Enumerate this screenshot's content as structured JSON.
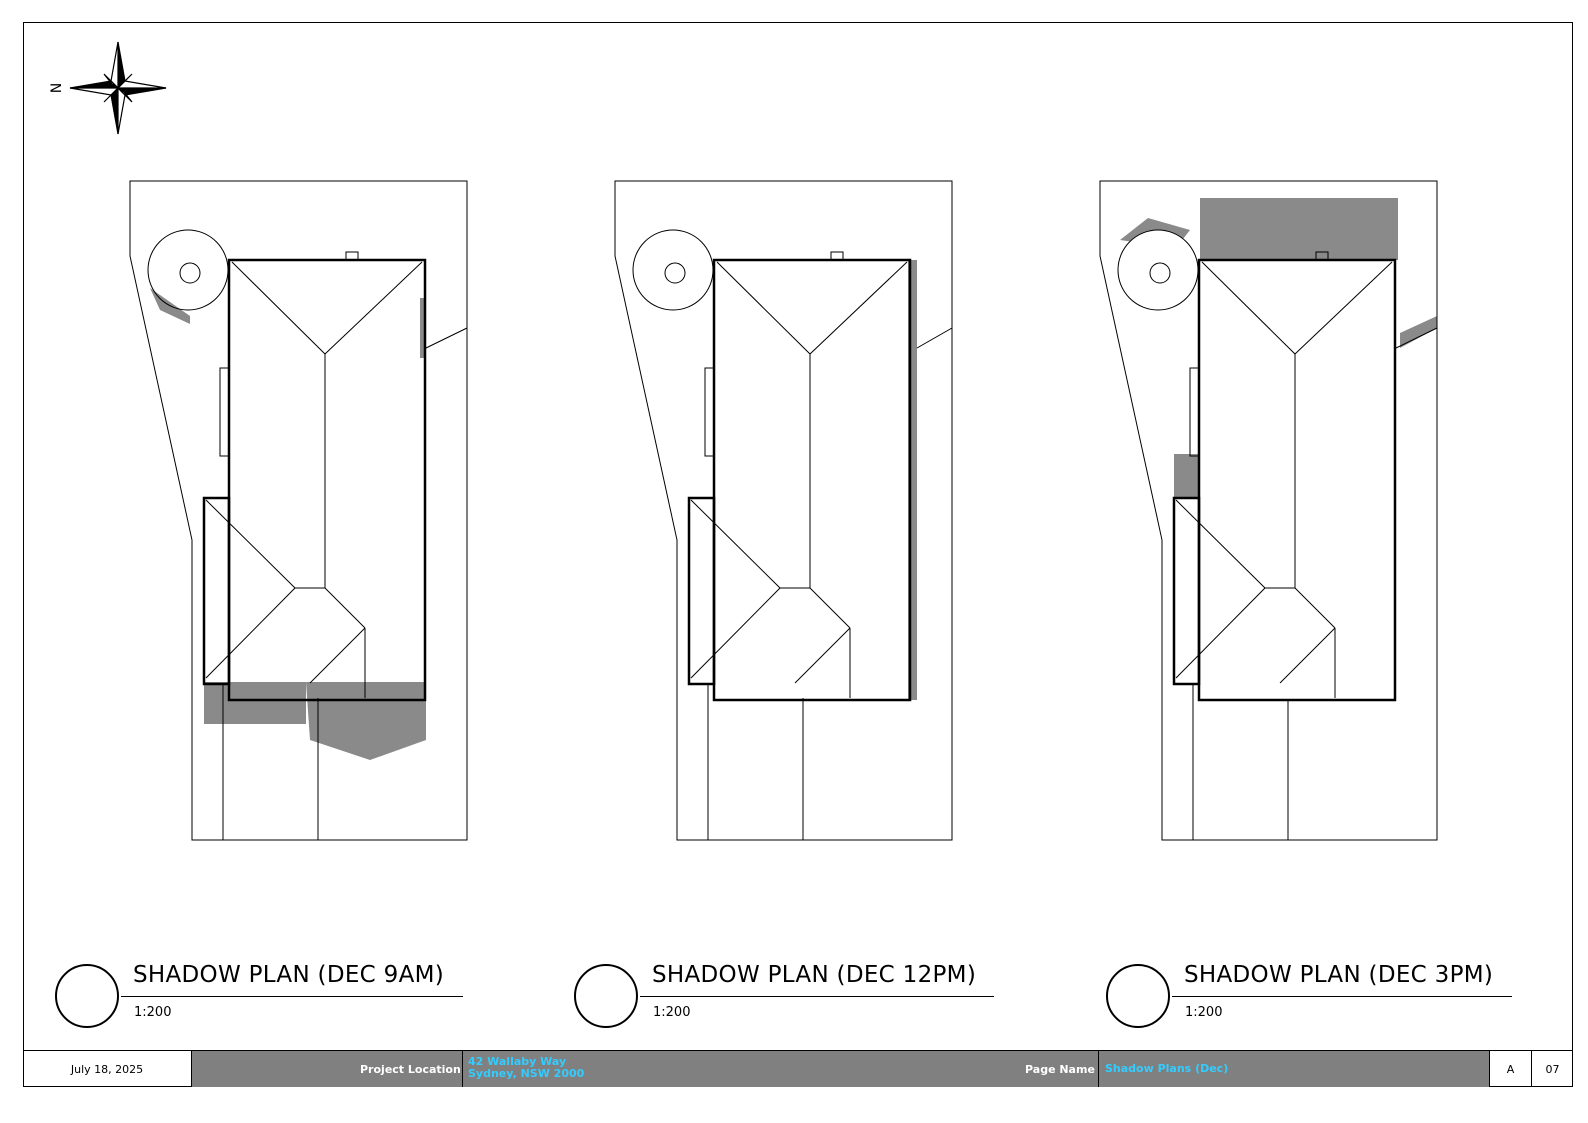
{
  "compass": {
    "north_label": "N"
  },
  "plans": [
    {
      "title": "SHADOW PLAN (DEC 9AM)",
      "scale": "1:200"
    },
    {
      "title": "SHADOW PLAN (DEC 12PM)",
      "scale": "1:200"
    },
    {
      "title": "SHADOW PLAN (DEC 3PM)",
      "scale": "1:200"
    }
  ],
  "footer": {
    "date": "July 18, 2025",
    "project_location_label": "Project Location",
    "project_location_line1": "42 Wallaby Way",
    "project_location_line2": "Sydney, NSW 2000",
    "page_name_label": "Page Name",
    "page_name": "Shadow Plans (Dec)",
    "revision": "A",
    "sheet_number": "07"
  },
  "colors": {
    "shadow": "#8a8a8a",
    "accent": "#33ccff",
    "band": "#808080"
  }
}
